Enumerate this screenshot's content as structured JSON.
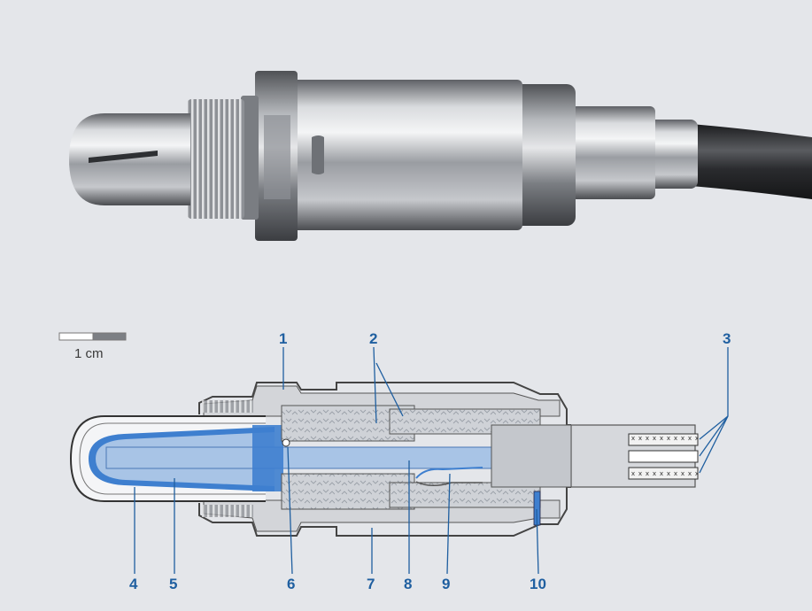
{
  "scale_bar": {
    "label": "1 cm"
  },
  "callouts": [
    {
      "id": "1",
      "label": "1"
    },
    {
      "id": "2",
      "label": "2"
    },
    {
      "id": "3",
      "label": "3"
    },
    {
      "id": "4",
      "label": "4"
    },
    {
      "id": "5",
      "label": "5"
    },
    {
      "id": "6",
      "label": "6"
    },
    {
      "id": "7",
      "label": "7"
    },
    {
      "id": "8",
      "label": "8"
    },
    {
      "id": "9",
      "label": "9"
    },
    {
      "id": "10",
      "label": "10"
    }
  ],
  "colors": {
    "background": "#e4e6ea",
    "callout_blue": "#1f5fa0",
    "ceramic_blue": "#a8c4e6",
    "active_layer_blue": "#3e7fcf",
    "insulator_gray": "#c9ccd1",
    "metal_dark": "#6b6e73",
    "cable_black": "#2c2d30"
  }
}
